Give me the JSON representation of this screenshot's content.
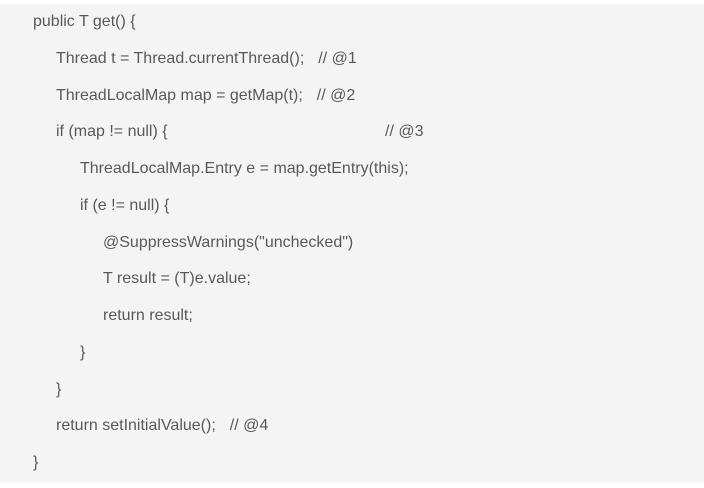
{
  "page": {
    "panel_background": "#f4f4f4",
    "text_color": "#595959"
  },
  "code": {
    "language": "java",
    "method": "ThreadLocal.get",
    "lines": [
      {
        "indent": 0,
        "code": "public T get() {"
      },
      {
        "indent": 1,
        "code": "Thread t = Thread.currentThread();",
        "comment": "// @1"
      },
      {
        "indent": 1,
        "code": "ThreadLocalMap map = getMap(t);",
        "comment": "// @2"
      },
      {
        "indent": 1,
        "code": "if (map != null) {",
        "comment": "// @3",
        "comment_aligned": true
      },
      {
        "indent": 2,
        "code": "ThreadLocalMap.Entry e = map.getEntry(this);"
      },
      {
        "indent": 2,
        "code": "if (e != null) {"
      },
      {
        "indent": 3,
        "code": "@SuppressWarnings(\"unchecked\")"
      },
      {
        "indent": 3,
        "code": "T result = (T)e.value;"
      },
      {
        "indent": 3,
        "code": "return result;"
      },
      {
        "indent": 2,
        "code": "}"
      },
      {
        "indent": 1,
        "code": "}"
      },
      {
        "indent": 1,
        "code": "return setInitialValue();",
        "comment": "// @4"
      },
      {
        "indent": 0,
        "code": "}"
      }
    ]
  }
}
